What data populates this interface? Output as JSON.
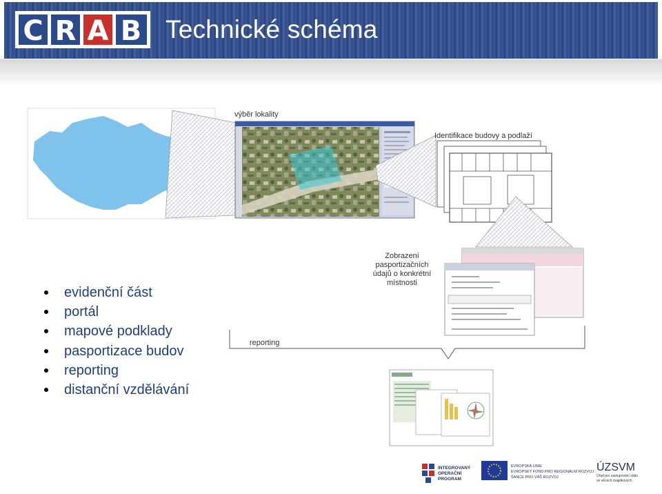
{
  "header": {
    "logo_letters": [
      "C",
      "R",
      "A",
      "B"
    ],
    "title": "Technické schéma"
  },
  "bullets": [
    "evidenční část",
    "portál",
    "mapové podklady",
    "pasportizace budov",
    "reporting",
    "distanční vzdělávání"
  ],
  "labels": {
    "select_location": "výběr lokality",
    "identify_building": "Identifikace budovy a podlaží",
    "passport_display": [
      "Zobrazení",
      "pasportizačních",
      "údajů o konkrétní",
      "místnosti"
    ],
    "reporting": "reporting"
  },
  "footer": {
    "op_program": [
      "INTEGROVANÝ",
      "OPERAČNÍ",
      "PROGRAM"
    ],
    "eu": [
      "EVROPSKÁ UNIE",
      "EVROPSKÝ FOND PRO REGIONÁLNÍ ROZVOJ",
      "ŠANCE PRO VÁŠ ROZVOJ"
    ],
    "uzsvm_title": "ÚZSVM",
    "uzsvm_sub": [
      "Úřad pro zastupování státu",
      "ve věcech majetkových"
    ]
  },
  "colors": {
    "header_blue": "#34508f",
    "logo_red": "#c8302c",
    "logo_blue": "#2b4a8b",
    "bullet_text": "#1e3f7a",
    "map_blue": "#7fc3ec"
  }
}
